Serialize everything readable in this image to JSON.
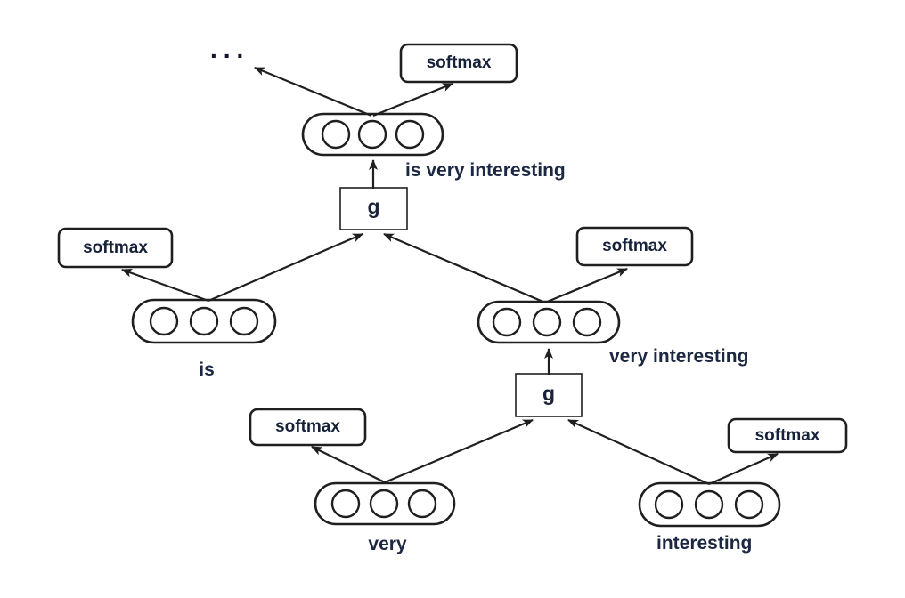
{
  "figure": {
    "ellipsis": "...",
    "softmax_label": "softmax",
    "composition_label": "g",
    "labels": {
      "root_phrase": "is very interesting",
      "is": "is",
      "very_interesting": "very interesting",
      "very": "very",
      "interesting": "interesting"
    },
    "colors": {
      "background": "#ffffff",
      "stroke": "#1f1f1f",
      "label_text": "#1c2742"
    }
  }
}
